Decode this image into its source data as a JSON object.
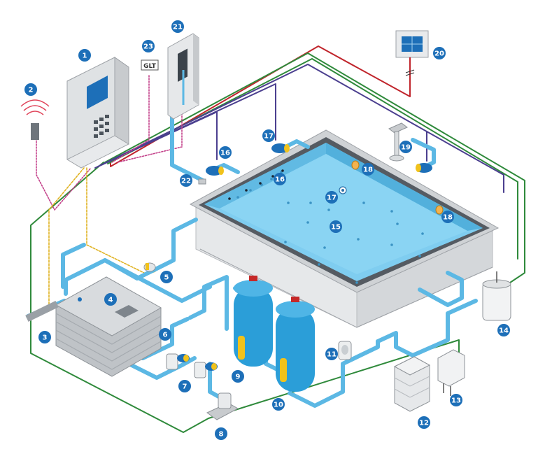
{
  "colors": {
    "pipe": "#5cb8e4",
    "pipe_dark": "#3a93c4",
    "water": "#7fcdf0",
    "water_edge": "#3fa6d8",
    "deck": "#d7d9dc",
    "deck_side": "#b9bcc0",
    "wall": "#eceeef",
    "red_wire": "#c0242b",
    "green_wire": "#2f8a3b",
    "purple_wire": "#4b3f8f",
    "pink_dotted": "#c3418a",
    "yellow_dotted": "#e0b323",
    "badge": "#1d6fb8",
    "tank": "#2b9ed8",
    "valve_yellow": "#f1c21b",
    "valve_red": "#c62828"
  },
  "glt_label": "GLT",
  "markers": [
    {
      "id": "1",
      "label": "1",
      "icon": "control-cabinet"
    },
    {
      "id": "2",
      "label": "2",
      "icon": "wireless-sensor"
    },
    {
      "id": "3",
      "label": "3",
      "icon": "heat-exchanger-pipe"
    },
    {
      "id": "4",
      "label": "4",
      "icon": "balance-tank"
    },
    {
      "id": "5",
      "label": "5",
      "icon": "valve"
    },
    {
      "id": "6",
      "label": "6",
      "icon": "pump"
    },
    {
      "id": "7",
      "label": "7",
      "icon": "pump"
    },
    {
      "id": "8",
      "label": "8",
      "icon": "dosing-unit"
    },
    {
      "id": "9",
      "label": "9",
      "icon": "sand-filter"
    },
    {
      "id": "10",
      "label": "10",
      "icon": "sand-filter"
    },
    {
      "id": "11",
      "label": "11",
      "icon": "sensor-cell"
    },
    {
      "id": "12",
      "label": "12",
      "icon": "heater"
    },
    {
      "id": "13",
      "label": "13",
      "icon": "power-unit"
    },
    {
      "id": "14",
      "label": "14",
      "icon": "chemical-tank"
    },
    {
      "id": "15",
      "label": "15",
      "icon": "pool"
    },
    {
      "id": "16",
      "label": "16",
      "icon": "jet-pump"
    },
    {
      "id": "16b",
      "label": "16",
      "icon": "nozzle"
    },
    {
      "id": "17",
      "label": "17",
      "icon": "jet-pump"
    },
    {
      "id": "17b",
      "label": "17",
      "icon": "floor-inlet"
    },
    {
      "id": "18",
      "label": "18",
      "icon": "wall-light"
    },
    {
      "id": "18b",
      "label": "18",
      "icon": "wall-light"
    },
    {
      "id": "19",
      "label": "19",
      "icon": "waterfall-spout"
    },
    {
      "id": "20",
      "label": "20",
      "icon": "remote-panel"
    },
    {
      "id": "21",
      "label": "21",
      "icon": "wall-terminal"
    },
    {
      "id": "22",
      "label": "22",
      "icon": "junction-box"
    },
    {
      "id": "23",
      "label": "23",
      "icon": "glt-interface"
    }
  ]
}
